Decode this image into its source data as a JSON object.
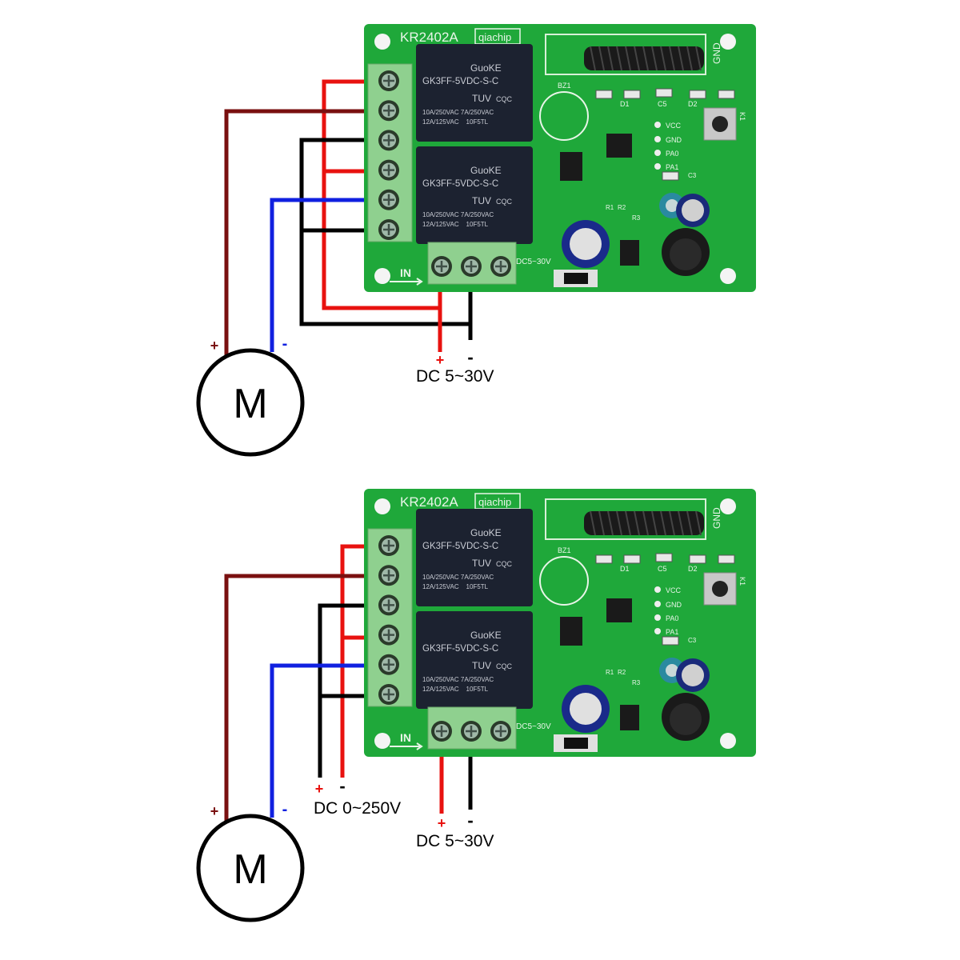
{
  "colors": {
    "pcb": "#1fa83a",
    "terminal_block": "#8fd08f",
    "relay": "#1c2230",
    "wire_red": "#e8120f",
    "wire_darkred": "#7a1010",
    "wire_black": "#000000",
    "wire_blue": "#1020e0"
  },
  "board": {
    "model": "KR2402A",
    "brand": "qiachip",
    "relay_brand": "GuoKE",
    "relay_model": "GK3FF-5VDC-S-C",
    "relay_cert": "TUV",
    "relay_cert2": "CQC",
    "relay_rating1": "10A/250VAC 7A/250VAC",
    "relay_rating2": "12A/125VAC    10F5TL",
    "buzzer": "BZ1",
    "gnd": "GND",
    "vcc": "VCC",
    "gnd2": "GND",
    "pa0": "PA0",
    "pa1": "PA1",
    "c3": "C3",
    "d1": "D1",
    "d2": "D2",
    "c5": "C5",
    "r1": "R1",
    "r2": "R2",
    "r3": "R3",
    "k1": "K1",
    "in_label": "IN",
    "supply_label": "DC5~30V"
  },
  "diagrams": [
    {
      "motor_label": "M",
      "motor_plus": "+",
      "motor_minus": "-",
      "supply_plus": "+",
      "supply_minus": "-",
      "supply_label": "DC 5~30V"
    },
    {
      "motor_label": "M",
      "motor_plus": "+",
      "motor_minus": "-",
      "load_plus": "+",
      "load_minus": "-",
      "load_label": "DC 0~250V",
      "supply_plus": "+",
      "supply_minus": "-",
      "supply_label": "DC 5~30V"
    }
  ]
}
